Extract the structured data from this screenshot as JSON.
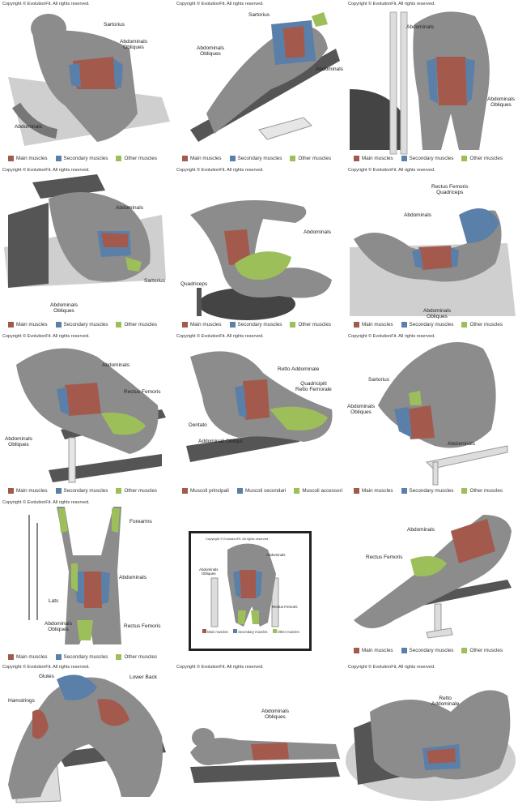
{
  "colors": {
    "main": "#a35a4d",
    "secondary": "#5a7fa8",
    "other": "#9dbf5a",
    "body": "#8c8c8c",
    "bench": "#555555"
  },
  "copyright": "Copyright © EvolutionFit. All rights reserved.",
  "legend_en": {
    "main": "Main muscles",
    "secondary": "Secondary muscles",
    "other": "Other muscles"
  },
  "legend_it": {
    "main": "Muscoli principali",
    "secondary": "Muscoli secondari",
    "other": "Muscoli accessori"
  },
  "panels": [
    {
      "labels": [
        "Sartorius",
        "Abdominals\nObliques",
        "Abdominals"
      ]
    },
    {
      "labels": [
        "Sartorius",
        "Abdominals\nObliques",
        "Abdominals"
      ]
    },
    {
      "labels": [
        "Abdominals",
        "Abdominals\nObliques"
      ]
    },
    {
      "labels": [
        "Abdominals",
        "Abdominals\nObliques",
        "Sartorius"
      ]
    },
    {
      "labels": [
        "Abdominals",
        "Quadriceps"
      ]
    },
    {
      "labels": [
        "Rectus Femoris\nQuadriceps",
        "Abdominals",
        "Abdominals\nObliques"
      ]
    },
    {
      "labels": [
        "Abdominals",
        "Rectus Femoris",
        "Abdominals\nObliques"
      ]
    },
    {
      "labels": [
        "Retto Addominale",
        "Quadricipiti\nRetto Femorale",
        "Dentato",
        "Addominali Obliqui"
      ]
    },
    {
      "labels": [
        "Sartorius",
        "Abdominals\nObliques",
        "Abdominals"
      ]
    },
    {
      "labels": [
        "Forearms",
        "Abdominals",
        "Lats",
        "Abdominals\nObliques",
        "Rectus Femoris"
      ]
    },
    {
      "labels": [
        "Abdominals",
        "Abdominals\nObliques",
        "Rectus Femoris",
        "Main muscles",
        "Secondary muscles",
        "Other muscles"
      ]
    },
    {
      "labels": [
        "Abdominals",
        "Rectus Femoris"
      ]
    },
    {
      "labels": [
        "Glutes",
        "Lower Back",
        "Hamstrings"
      ]
    },
    {
      "labels": [
        "Abdominals\nObliques"
      ]
    },
    {
      "labels": [
        "Retto\nAddominale"
      ]
    }
  ]
}
